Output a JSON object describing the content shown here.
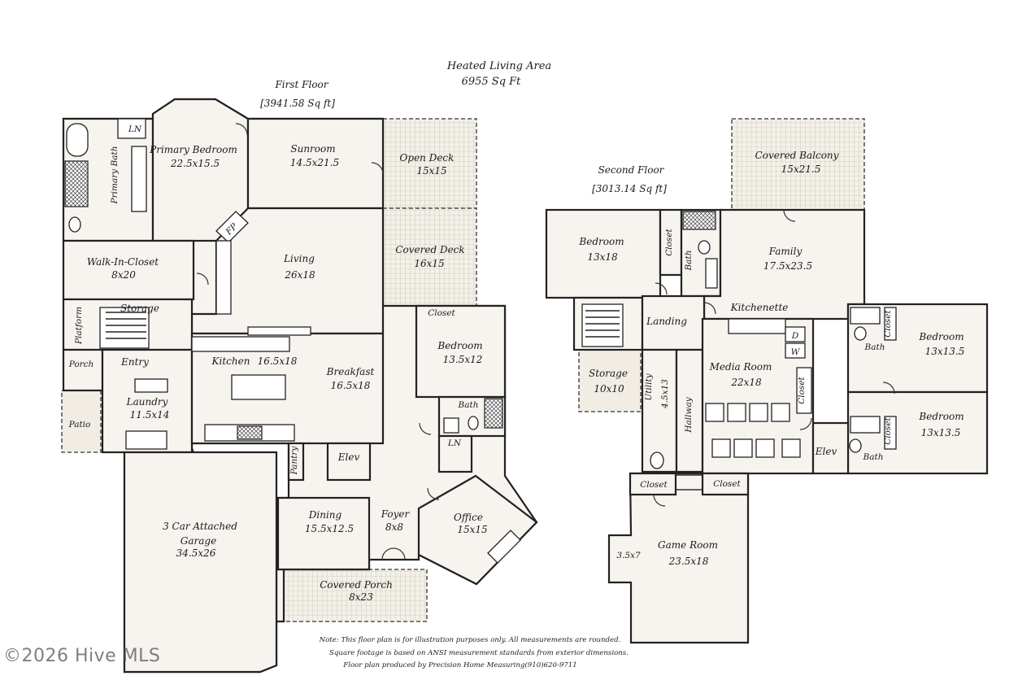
{
  "header": {
    "title": "Heated Living Area",
    "total": "6955 Sq Ft"
  },
  "floors": {
    "first": {
      "name": "First Floor",
      "area": "[3941.58 Sq ft]"
    },
    "second": {
      "name": "Second Floor",
      "area": "[3013.14 Sq ft]"
    }
  },
  "rooms": {
    "primary_bedroom": {
      "name": "Primary Bedroom",
      "size": "22.5x15.5"
    },
    "primary_bath": {
      "name": "Primary Bath"
    },
    "ln1": {
      "name": "LN"
    },
    "sunroom": {
      "name": "Sunroom",
      "size": "14.5x21.5"
    },
    "open_deck": {
      "name": "Open Deck",
      "size": "15x15"
    },
    "covered_deck": {
      "name": "Covered Deck",
      "size": "16x15"
    },
    "fp": {
      "name": "FP"
    },
    "walk_in_closet": {
      "name": "Walk-In-Closet",
      "size": "8x20"
    },
    "living": {
      "name": "Living",
      "size": "26x18"
    },
    "platform": {
      "name": "Platform"
    },
    "storage1": {
      "name": "Storage"
    },
    "closet1": {
      "name": "Closet"
    },
    "bedroom1": {
      "name": "Bedroom",
      "size": "13.5x12"
    },
    "porch": {
      "name": "Porch"
    },
    "entry": {
      "name": "Entry"
    },
    "kitchen": {
      "name": "Kitchen",
      "size": "16.5x18"
    },
    "breakfast": {
      "name": "Breakfast",
      "size": "16.5x18"
    },
    "laundry": {
      "name": "Laundry",
      "size": "11.5x14"
    },
    "patio": {
      "name": "Patio"
    },
    "bath1": {
      "name": "Bath"
    },
    "ln2": {
      "name": "LN"
    },
    "pantry": {
      "name": "Pantry"
    },
    "elev1": {
      "name": "Elev"
    },
    "garage": {
      "name": "3 Car Attached",
      "name2": "Garage",
      "size": "34.5x26"
    },
    "dining": {
      "name": "Dining",
      "size": "15.5x12.5"
    },
    "foyer": {
      "name": "Foyer",
      "size": "8x8"
    },
    "office": {
      "name": "Office",
      "size": "15x15"
    },
    "covered_porch": {
      "name": "Covered Porch",
      "size": "8x23"
    },
    "covered_balcony": {
      "name": "Covered Balcony",
      "size": "15x21.5"
    },
    "bedroom2": {
      "name": "Bedroom",
      "size": "13x18"
    },
    "closet2": {
      "name": "Closet"
    },
    "bath2": {
      "name": "Bath"
    },
    "family": {
      "name": "Family",
      "size": "17.5x23.5"
    },
    "landing": {
      "name": "Landing"
    },
    "kitchenette": {
      "name": "Kitchenette"
    },
    "storage2": {
      "name": "Storage",
      "size": "10x10"
    },
    "utility": {
      "name": "Utility",
      "size": "4.5x13"
    },
    "hallway": {
      "name": "Hallway"
    },
    "media_room": {
      "name": "Media Room",
      "size": "22x18"
    },
    "dryer": {
      "name": "D"
    },
    "washer": {
      "name": "W"
    },
    "closet3": {
      "name": "Closet"
    },
    "bedroom3": {
      "name": "Bedroom",
      "size": "13x13.5"
    },
    "closet4": {
      "name": "Closet"
    },
    "bath3": {
      "name": "Bath"
    },
    "bedroom4": {
      "name": "Bedroom",
      "size": "13x13.5"
    },
    "closet5": {
      "name": "Closet"
    },
    "bath4": {
      "name": "Bath"
    },
    "elev2": {
      "name": "Elev"
    },
    "closet6": {
      "name": "Closet"
    },
    "closet7": {
      "name": "Closet"
    },
    "game_room": {
      "name": "Game Room",
      "size": "23.5x18"
    },
    "nook": {
      "size": "3.5x7"
    }
  },
  "notes": {
    "line1": "Note: This floor plan is for illustration purposes only. All measurements are rounded.",
    "line2": "Square footage is based on ANSI measurement standards from exterior dimensions.",
    "line3": "Floor plan produced by Precision Home Measuring(910)620-9711"
  },
  "watermark": "©2026 Hive MLS"
}
